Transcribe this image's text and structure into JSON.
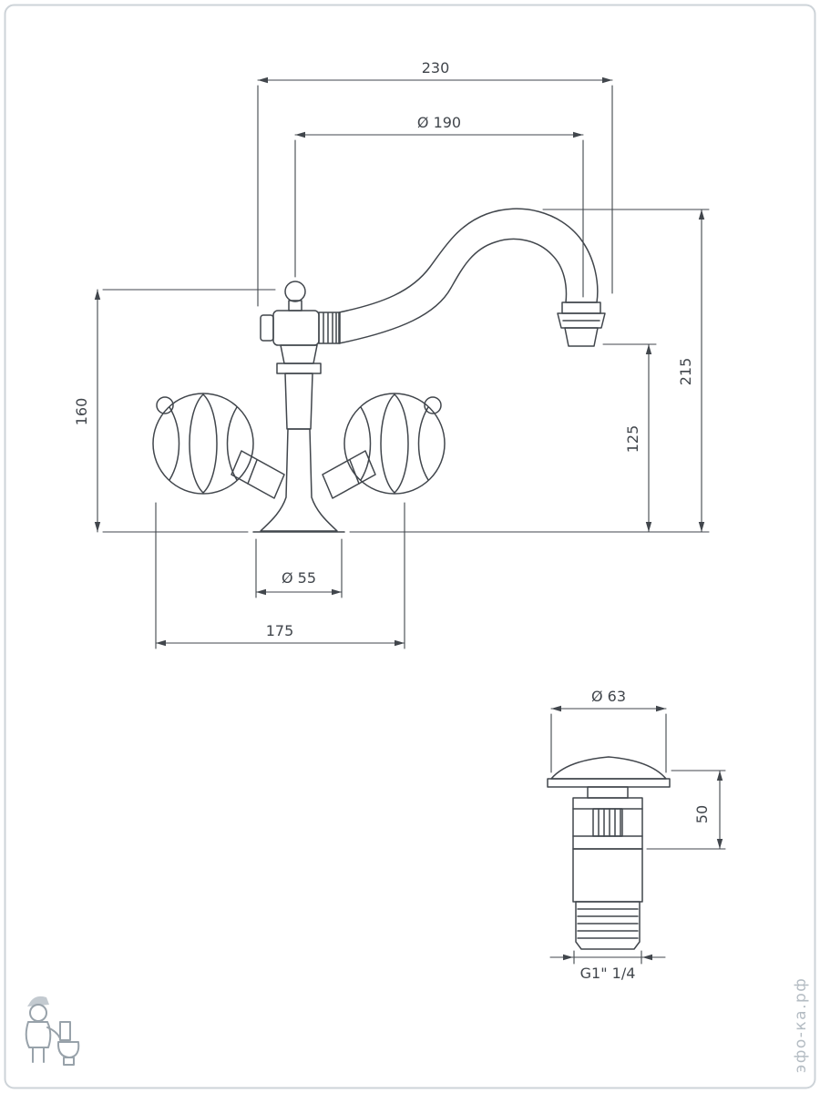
{
  "style": {
    "background": "#ffffff",
    "border_color": "#cdd3d8",
    "line_color": "#41464c",
    "dim_color": "#41464c",
    "watermark_color": "#b4bcc3",
    "logo_color": "#98a2aa"
  },
  "faucet_dimensions": {
    "overall_width": "230",
    "spout_reach": "Ø 190",
    "height_to_handles": "160",
    "overall_height": "215",
    "spout_outlet_height": "125",
    "base_diameter": "Ø 55",
    "handle_span": "175"
  },
  "drain_dimensions": {
    "cap_diameter": "Ø 63",
    "body_height": "50",
    "thread": "G1\" 1/4"
  },
  "watermark": {
    "text": "эфо-ка.рф"
  },
  "icons": {
    "logo": "plumber-with-toilet-logo"
  }
}
